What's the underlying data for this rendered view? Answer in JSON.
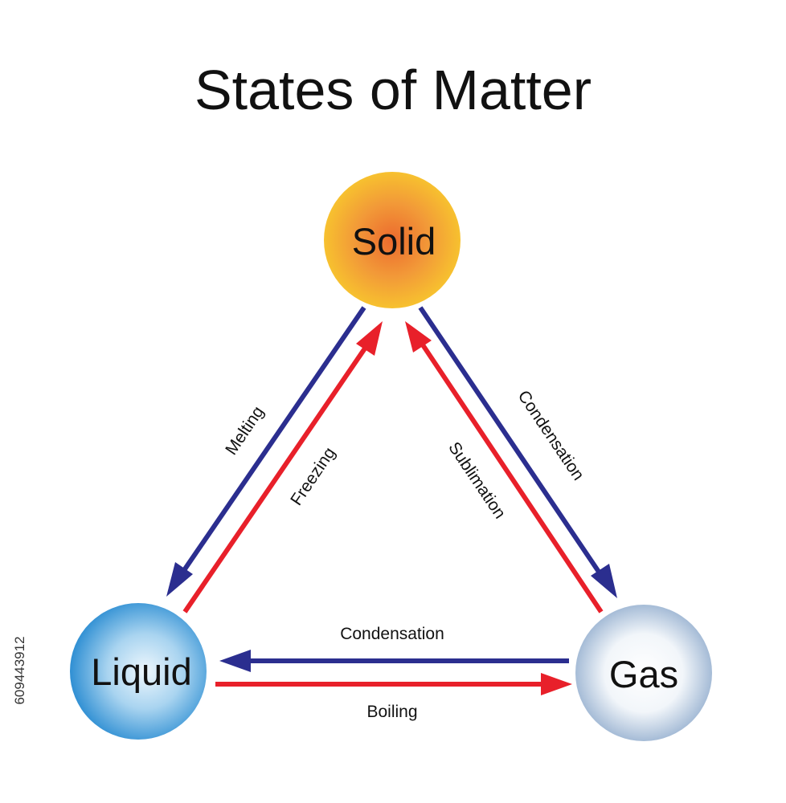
{
  "title": "States of Matter",
  "nodes": {
    "solid": {
      "label": "Solid"
    },
    "liquid": {
      "label": "Liquid"
    },
    "gas": {
      "label": "Gas"
    }
  },
  "transitions": {
    "melting": {
      "label": "Melting",
      "from": "Solid",
      "to": "Liquid",
      "color": "#2b2e8f"
    },
    "freezing": {
      "label": "Freezing",
      "from": "Liquid",
      "to": "Solid",
      "color": "#e8202a"
    },
    "solid_to_gas": {
      "label": "Condensation",
      "from": "Solid",
      "to": "Gas",
      "color": "#2b2e8f"
    },
    "sublimation": {
      "label": "Sublimation",
      "from": "Gas",
      "to": "Solid",
      "color": "#e8202a"
    },
    "gas_to_liquid": {
      "label": "Condensation",
      "from": "Gas",
      "to": "Liquid",
      "color": "#2b2e8f"
    },
    "boiling": {
      "label": "Boiling",
      "from": "Liquid",
      "to": "Gas",
      "color": "#e8202a"
    }
  },
  "stock_id": "609443912",
  "colors": {
    "blue_arrow": "#2b2e8f",
    "red_arrow": "#e8202a",
    "solid_fill": "#f2a734",
    "liquid_fill": "#4aa3de",
    "gas_fill": "#c9d9ea"
  }
}
